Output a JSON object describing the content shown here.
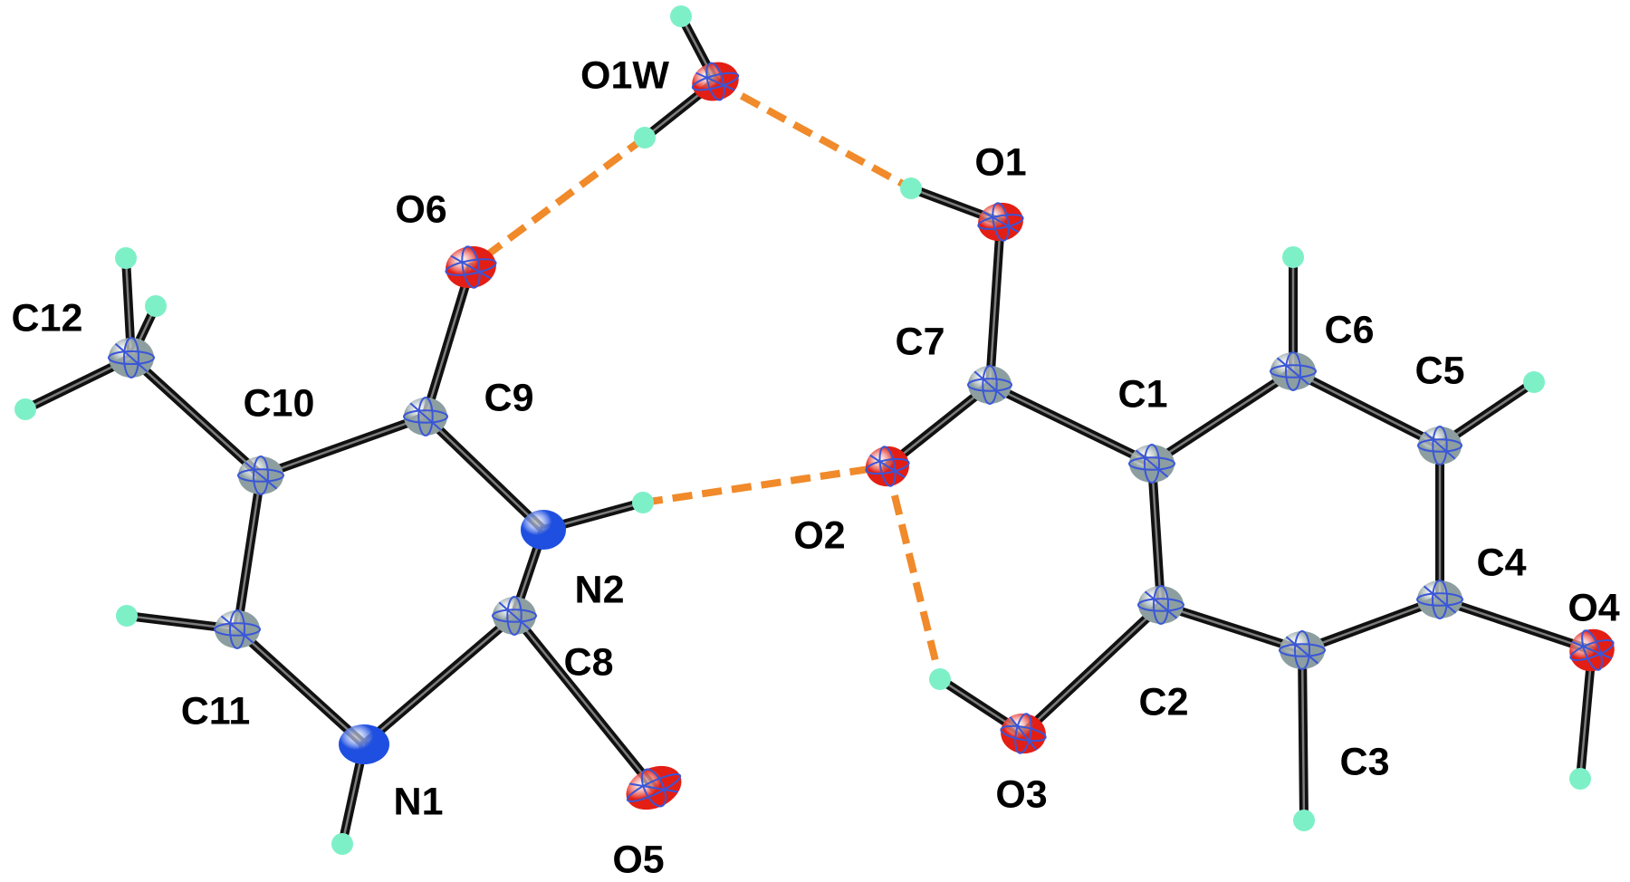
{
  "colors": {
    "carbon": "#8c9ea0",
    "oxygen": "#e31e14",
    "nitrogen": "#1f4fe0",
    "hydrogen": "#7ef0c8",
    "bond": "#111111",
    "hbond": "#f08a2a",
    "contour": "#3a56d8"
  },
  "labels": {
    "O1W": "O1W",
    "O1": "O1",
    "O6": "O6",
    "C12": "C12",
    "C7": "C7",
    "C6": "C6",
    "C5": "C5",
    "C10": "C10",
    "C9": "C9",
    "C1": "C1",
    "O2": "O2",
    "N2": "N2",
    "C4": "C4",
    "O4": "O4",
    "C8": "C8",
    "C11": "C11",
    "C2": "C2",
    "N1": "N1",
    "O3": "O3",
    "C3": "C3",
    "O5": "O5"
  }
}
